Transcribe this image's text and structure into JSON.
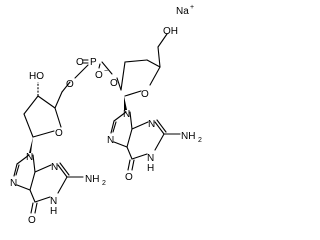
{
  "ion": {
    "sodium": "Na",
    "sodium_charge": "+"
  },
  "phosphate": {
    "p": "P",
    "o_double": "O",
    "o_minus": "O",
    "o_minus_charge": "−",
    "o_bridge_left": "O",
    "o_bridge_right": "O"
  },
  "left_sugar": {
    "hydroxyl": "HO",
    "ring_o": "O"
  },
  "right_sugar": {
    "hydroxyl": "OH",
    "ring_o": "O"
  },
  "left_base": {
    "n9": "N",
    "n7": "N",
    "n1": "N",
    "n1_h": "H",
    "n3": "N",
    "amine": "NH",
    "amine_sub": "2",
    "carbonyl_o": "O"
  },
  "right_base": {
    "n9": "N",
    "n7": "N",
    "n1": "N",
    "n1_h": "H",
    "n3": "N",
    "amine": "NH",
    "amine_sub": "2",
    "carbonyl_o": "O"
  }
}
